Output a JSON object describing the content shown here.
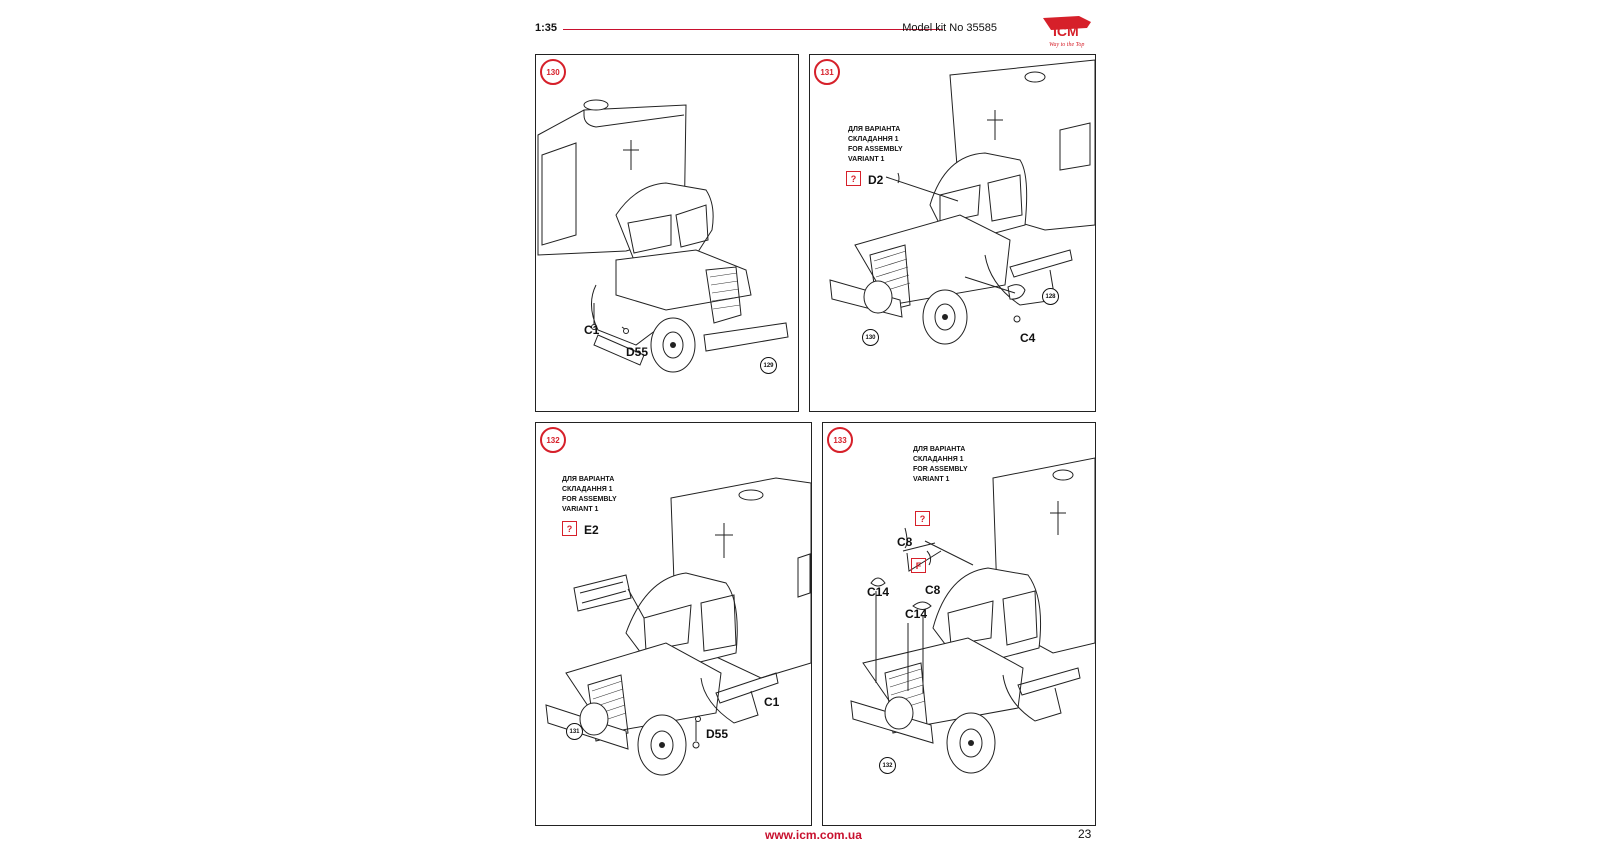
{
  "header": {
    "scale": "1:35",
    "kit": "Model kit No 35585",
    "logo_text": "ICM",
    "logo_tagline": "Way to the Top"
  },
  "steps": [
    {
      "number": "130",
      "labels": [
        "C1",
        "D55"
      ],
      "ref": "129"
    },
    {
      "number": "131",
      "note": [
        "ДЛЯ ВАРІАНТА",
        "СКЛАДАННЯ 1",
        "FOR ASSEMBLY",
        "VARIANT 1"
      ],
      "qmark": "?",
      "labels": [
        "D2",
        "C4"
      ],
      "refs": [
        "128",
        "130"
      ]
    },
    {
      "number": "132",
      "note": [
        "ДЛЯ ВАРІАНТА",
        "СКЛАДАННЯ 1",
        "FOR ASSEMBLY",
        "VARIANT 1"
      ],
      "qmark": "?",
      "labels": [
        "E2",
        "C1",
        "D55"
      ],
      "ref": "131"
    },
    {
      "number": "133",
      "note": [
        "ДЛЯ ВАРІАНТА",
        "СКЛАДАННЯ 1",
        "FOR ASSEMBLY",
        "VARIANT 1"
      ],
      "qmark": "?",
      "fmark": "F",
      "labels": [
        "C8",
        "C8",
        "C14",
        "C14"
      ],
      "ref": "132"
    }
  ],
  "footer": {
    "url": "www.icm.com.ua",
    "page": "23"
  }
}
